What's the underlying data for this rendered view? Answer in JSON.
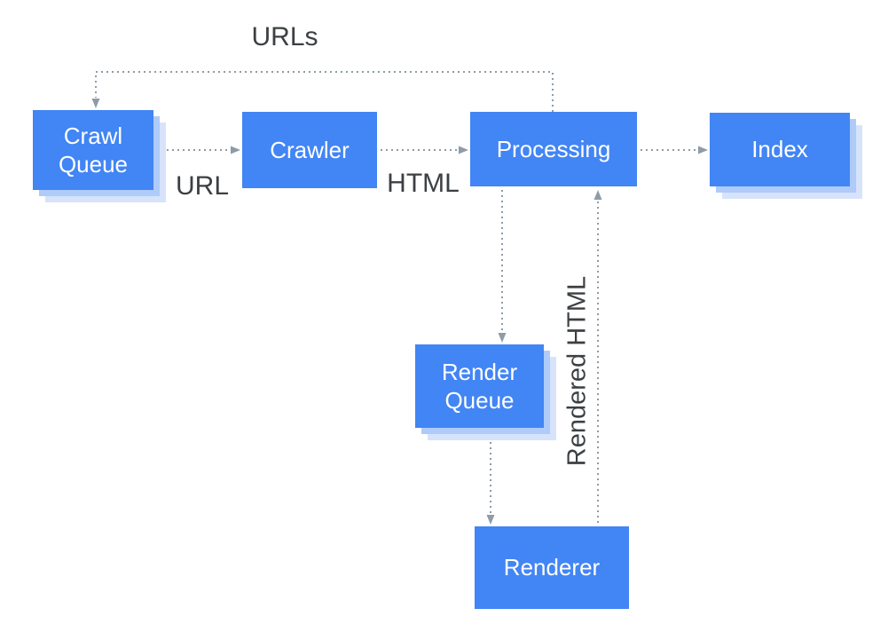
{
  "diagram": {
    "nodes": {
      "crawl_queue": {
        "label": "Crawl Queue"
      },
      "crawler": {
        "label": "Crawler"
      },
      "processing": {
        "label": "Processing"
      },
      "index": {
        "label": "Index"
      },
      "render_queue": {
        "label": "Render Queue"
      },
      "renderer": {
        "label": "Renderer"
      }
    },
    "edge_labels": {
      "urls": "URLs",
      "url": "URL",
      "html": "HTML",
      "rendered_html": "Rendered HTML"
    },
    "edges": [
      {
        "from": "Processing",
        "to": "Crawl Queue",
        "label": "URLs",
        "style": "dotted"
      },
      {
        "from": "Crawl Queue",
        "to": "Crawler",
        "label": "URL",
        "style": "dotted"
      },
      {
        "from": "Crawler",
        "to": "Processing",
        "label": "HTML",
        "style": "dotted"
      },
      {
        "from": "Processing",
        "to": "Index",
        "label": "",
        "style": "dotted"
      },
      {
        "from": "Processing",
        "to": "Render Queue",
        "label": "",
        "style": "dotted"
      },
      {
        "from": "Render Queue",
        "to": "Renderer",
        "label": "",
        "style": "dotted"
      },
      {
        "from": "Renderer",
        "to": "Processing",
        "label": "Rendered HTML",
        "style": "dotted"
      }
    ]
  },
  "colors": {
    "node_fill": "#4285F4",
    "node_text": "#FFFFFF",
    "shadow_near": "#AECBFA",
    "shadow_far": "#D6E3FB",
    "arrow": "#8D9CA8",
    "edge_label_text": "#3C4043",
    "background": "#FFFFFF"
  }
}
